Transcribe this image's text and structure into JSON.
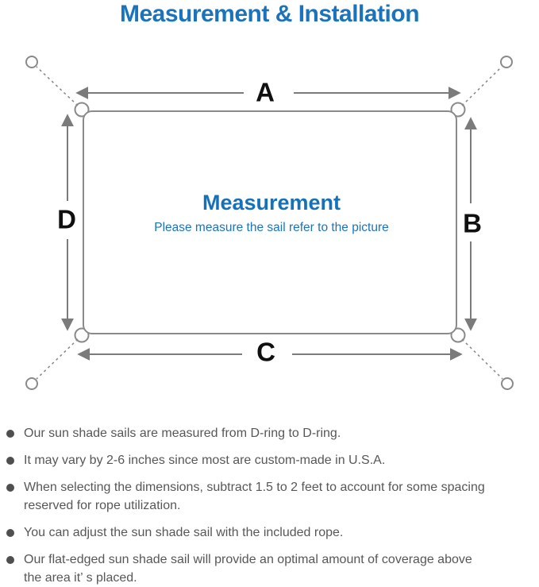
{
  "title": "Measurement & Installation",
  "diagram": {
    "labels": {
      "a": "A",
      "b": "B",
      "c": "C",
      "d": "D"
    },
    "center_title": "Measurement",
    "center_subtitle": "Please measure the sail refer to the picture"
  },
  "notes": [
    "Our sun shade sails are measured from D-ring to D-ring.",
    "It may vary by 2-6 inches since most are custom-made in U.S.A.",
    "When selecting the dimensions, subtract 1.5 to 2 feet to account for some spacing\nreserved for rope utilization.",
    "You can adjust the sun shade sail with the included rope.",
    "Our flat-edged sun shade sail will provide an optimal amount of coverage above\nthe area it’ s placed."
  ],
  "colors": {
    "accent_blue": "#1b74bb",
    "center_blue": "#1572b8",
    "line_gray": "#8a8a8a",
    "arrow_gray": "#7b7b7b",
    "note_gray": "#575757",
    "label_black": "#101010"
  }
}
